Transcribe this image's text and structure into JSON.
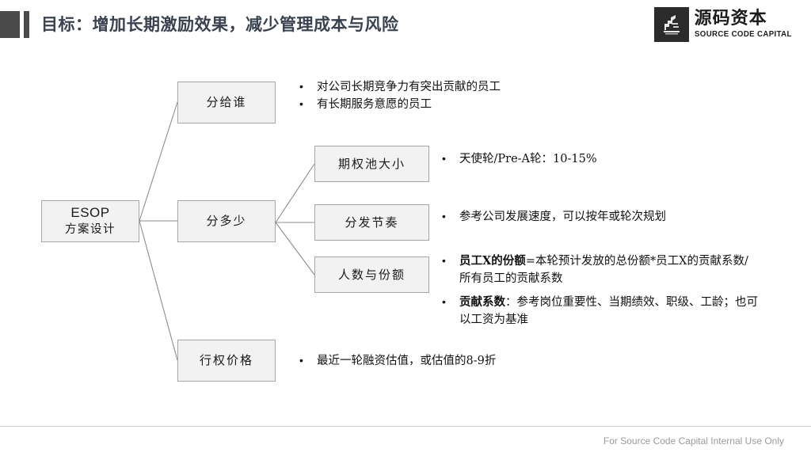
{
  "header": {
    "title": "目标：增加长期激励效果，减少管理成本与风险",
    "accent_color": "#4a4a4a",
    "title_color": "#3a4250"
  },
  "logo": {
    "mark_name": "source-code-capital-emblem",
    "cn_name": "源码资本",
    "en_name": "SOURCE CODE CAPITAL",
    "mark_bg": "#2b2b2b"
  },
  "diagram": {
    "node_fill": "#f2f2f2",
    "node_border": "#a6a6a6",
    "connector_color": "#8c8c8c",
    "nodes": {
      "root_en": "ESOP",
      "root_cn": "方案设计",
      "who": "分给谁",
      "how_much": "分多少",
      "exercise_price": "行权价格",
      "pool_size": "期权池大小",
      "rhythm": "分发节奏",
      "headcount_share": "人数与份额"
    }
  },
  "bullets": {
    "who": [
      "对公司长期竞争力有突出贡献的员工",
      "有长期服务意愿的员工"
    ],
    "pool_size": [
      "天使轮/Pre-A轮：10-15%"
    ],
    "rhythm": [
      "参考公司发展速度，可以按年或轮次规划"
    ],
    "headcount_share": [
      {
        "bold": "员工X的份额",
        "rest": "=本轮预计发放的总份额*员工X的贡献系数/所有员工的贡献系数"
      },
      {
        "bold": "贡献系数",
        "rest": "：参考岗位重要性、当期绩效、职级、工龄；也可以工资为基准"
      }
    ],
    "exercise_price": [
      "最近一轮融资估值，或估值的8-9折"
    ]
  },
  "footer": {
    "note": "For Source Code Capital Internal Use Only"
  }
}
